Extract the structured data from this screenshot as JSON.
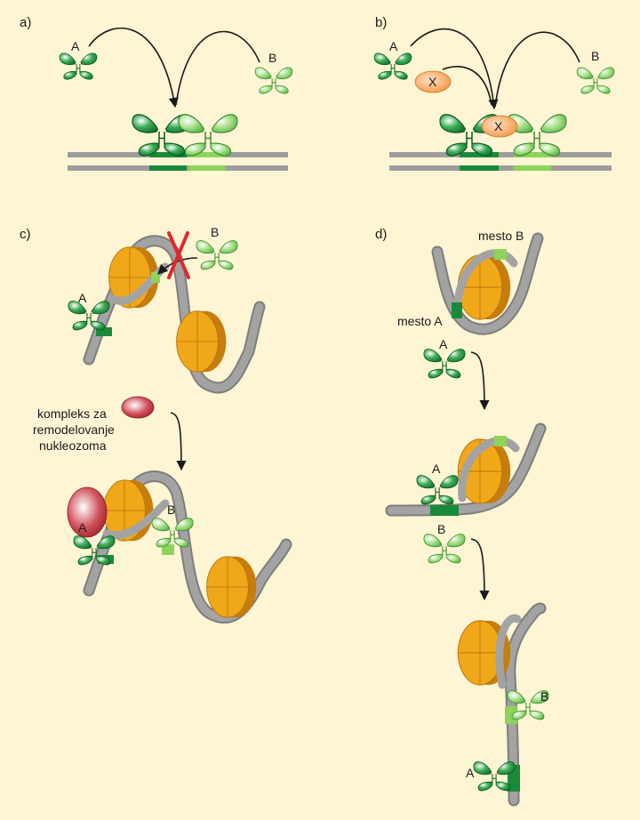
{
  "panels": {
    "a": {
      "label": "a)",
      "protein_a": "A",
      "protein_b": "B"
    },
    "b": {
      "label": "b)",
      "protein_a": "A",
      "protein_b": "B",
      "cofactor": "X"
    },
    "c": {
      "label": "c)",
      "protein_a": "A",
      "protein_b": "B",
      "remodeler_line1": "kompleks za",
      "remodeler_line2": "remodelovanje",
      "remodeler_line3": "nukleozoma",
      "protein_a_after": "A",
      "protein_b_after": "B"
    },
    "d": {
      "label": "d)",
      "site_b": "mesto B",
      "site_a": "mesto A",
      "protein_a_step1": "A",
      "protein_a_bound": "A",
      "protein_b_step2": "B",
      "protein_b_final": "B",
      "protein_a_final": "A"
    }
  },
  "colors": {
    "background": "#fdf5d3",
    "dna": "#9d9d9d",
    "site_a": "#1a8a3a",
    "site_b": "#8ed35c",
    "histone": "#f0a81a",
    "cofactor_x": "#f29a48",
    "remodeler": "#c0343f",
    "block_x": "#e0272a",
    "arrow": "#1a1a1a"
  },
  "icons": [
    "transcription-factor-icon",
    "nucleosome-icon",
    "remodeling-complex-icon",
    "blocked-cross-icon"
  ]
}
